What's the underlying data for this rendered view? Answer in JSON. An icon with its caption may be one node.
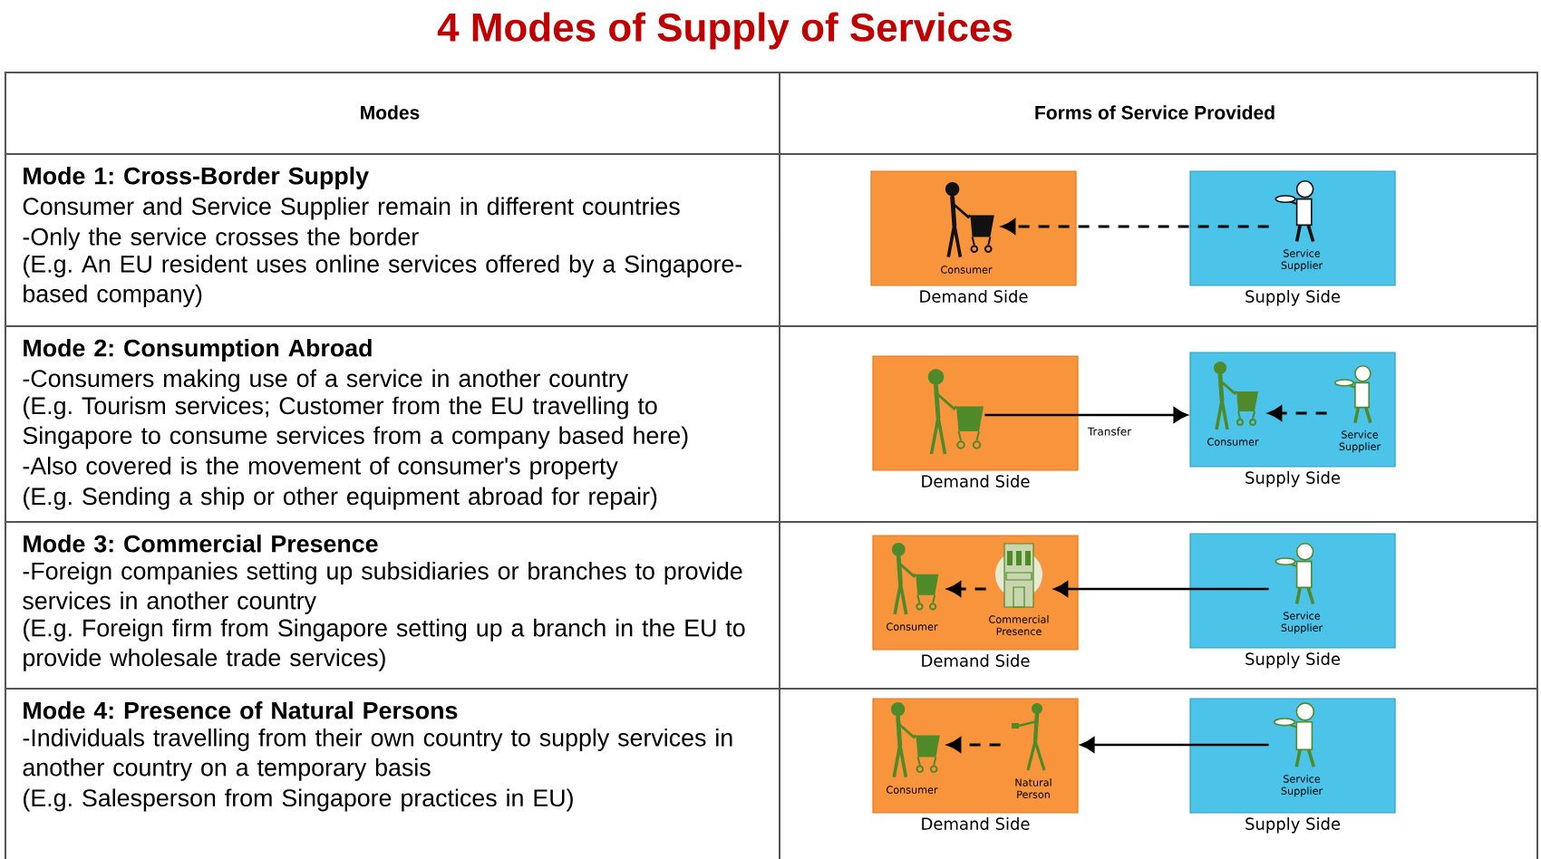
{
  "diagram": {
    "title": "4 Modes of Supply of Services",
    "nodes": [
      {
        "text": [
          "Demand Side"
        ]
      },
      {
        "text": [
          "Consumer"
        ],
        "in": 0
      },
      {
        "text": [
          "Supply Side"
        ]
      },
      {
        "text": [
          "Service Supplier"
        ],
        "in": 2
      },
      {
        "text": [
          "Demand Side"
        ]
      },
      {
        "text": [],
        "shape": "person",
        "in": 4
      },
      {
        "text": [
          "Supply Side"
        ]
      },
      {
        "text": [
          "Consumer"
        ],
        "in": 6
      },
      {
        "text": [
          "Service Supplier"
        ],
        "in": 6
      },
      {
        "text": [
          "Demand Side"
        ]
      },
      {
        "text": [
          "Consumer"
        ],
        "in": 9
      },
      {
        "text": [
          "Commercial Presence"
        ],
        "in": 9
      },
      {
        "text": [
          "Supply Side"
        ]
      },
      {
        "text": [
          "Service Supplier"
        ],
        "in": 12
      },
      {
        "text": [
          "Demand Side"
        ]
      },
      {
        "text": [
          "Consumer"
        ],
        "in": 14
      },
      {
        "text": [
          "Natural Person"
        ],
        "in": 14
      },
      {
        "text": [
          "Supply Side"
        ]
      },
      {
        "text": [
          "Service Supplier"
        ],
        "in": 17
      }
    ],
    "edges": [
      {
        "from": 3,
        "to": 1,
        "arrow": "to",
        "style": "dashed"
      },
      {
        "from": 5,
        "to": 6,
        "arrow": "to",
        "label": "Transfer"
      },
      {
        "from": 8,
        "to": 7,
        "arrow": "to",
        "style": "dashed"
      },
      {
        "from": 11,
        "to": 10,
        "arrow": "to",
        "style": "dashed"
      },
      {
        "from": 13,
        "to": 11,
        "arrow": "to"
      },
      {
        "from": 16,
        "to": 15,
        "arrow": "to",
        "style": "dashed"
      },
      {
        "from": 18,
        "to": 14,
        "arrow": "to"
      }
    ],
    "labels": [
      "Modes",
      "Forms of Service Provided",
      "Mode 1: Cross-Border Supply",
      "Consumer and Service Supplier remain in different countries",
      "-Only the service crosses the border",
      "(E.g. An EU resident uses online services offered by a Singapore-based company)",
      "Mode 2: Consumption Abroad",
      "-Consumers making use of a service in another country",
      "(E.g. Tourism services; Customer from the EU travelling to Singapore to consume services from a company based here)",
      "-Also covered is the movement of consumer's property",
      "(E.g. Sending a ship or other equipment abroad for repair)",
      "Mode 3: Commercial Presence",
      "-Foreign companies setting up subsidiaries or branches to provide services in another country",
      "(E.g. Foreign firm from Singapore setting up a branch in the EU to provide wholesale trade services)",
      "Mode 4: Presence of Natural Persons",
      "-Individuals travelling from their own country to supply services in another country on a temporary basis",
      "(E.g. Salesperson from Singapore practices in EU)"
    ]
  }
}
